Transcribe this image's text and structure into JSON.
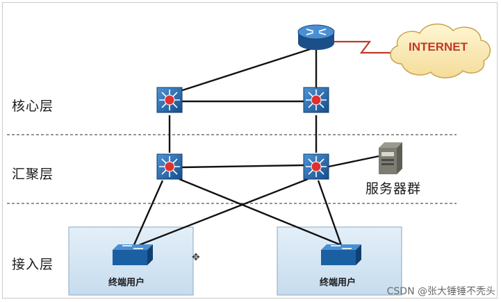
{
  "layers": {
    "core": "核心层",
    "aggregation": "汇聚层",
    "access": "接入层"
  },
  "internet": {
    "label": "INTERNET",
    "color": "#c0392b"
  },
  "server": {
    "label": "服务器群"
  },
  "end_users": [
    {
      "label": "终端用户"
    },
    {
      "label": "终端用户"
    }
  ],
  "colors": {
    "access_zone": "#d6e6f2",
    "device_blue": "#1b5fa3",
    "divider": "#555555"
  },
  "watermark": "CSDN @张大锤锤不秃头"
}
